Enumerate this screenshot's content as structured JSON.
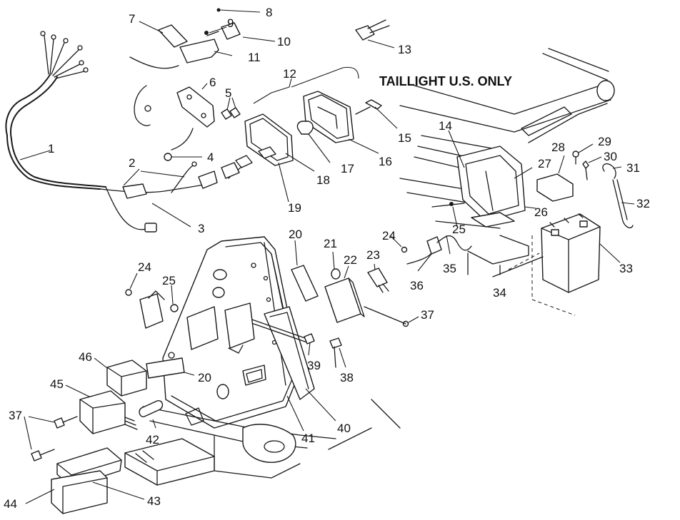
{
  "caption": "TAILLIGHT U.S. ONLY",
  "labels": {
    "n1": "1",
    "n2": "2",
    "n3": "3",
    "n4": "4",
    "n5": "5",
    "n6": "6",
    "n7": "7",
    "n8": "8",
    "n9": "9",
    "n10": "10",
    "n11": "11",
    "n12": "12",
    "n13": "13",
    "n14": "14",
    "n15": "15",
    "n16": "16",
    "n17": "17",
    "n18": "18",
    "n19": "19",
    "n20a": "20",
    "n20b": "20",
    "n21": "21",
    "n22": "22",
    "n23": "23",
    "n24a": "24",
    "n24b": "24",
    "n25a": "25",
    "n25b": "25",
    "n26": "26",
    "n27": "27",
    "n28": "28",
    "n29": "29",
    "n30": "30",
    "n31": "31",
    "n32": "32",
    "n33": "33",
    "n34": "34",
    "n35": "35",
    "n36": "36",
    "n37a": "37",
    "n37b": "37",
    "n38": "38",
    "n39": "39",
    "n40": "40",
    "n41": "41",
    "n42": "42",
    "n43": "43",
    "n44": "44",
    "n45": "45",
    "n46": "46"
  }
}
